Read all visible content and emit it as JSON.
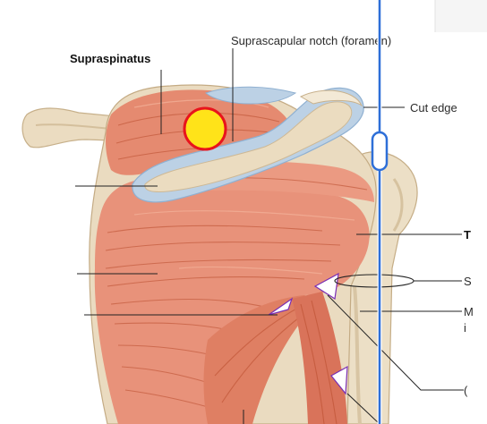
{
  "labels": {
    "supraspinatus": "Supraspinatus",
    "notch": "Suprascapular notch (foramen)",
    "cut_edge": "Cut edge",
    "right_t": "T",
    "right_s": "S",
    "right_m": "M",
    "right_i": "i",
    "right_c": "("
  },
  "colors": {
    "muscle": "#e8927a",
    "muscle_dark": "#c8583a",
    "bone": "#e9dcc3",
    "bone_shadow": "#cbb592",
    "fascia": "#b9cde0",
    "vertical_line": "#2e6fd8",
    "marker_fill": "#ffe319",
    "marker_stroke": "#e8141c"
  },
  "icons": {
    "marker": "yellow-circle-marker",
    "handle": "vertical-line-handle"
  }
}
